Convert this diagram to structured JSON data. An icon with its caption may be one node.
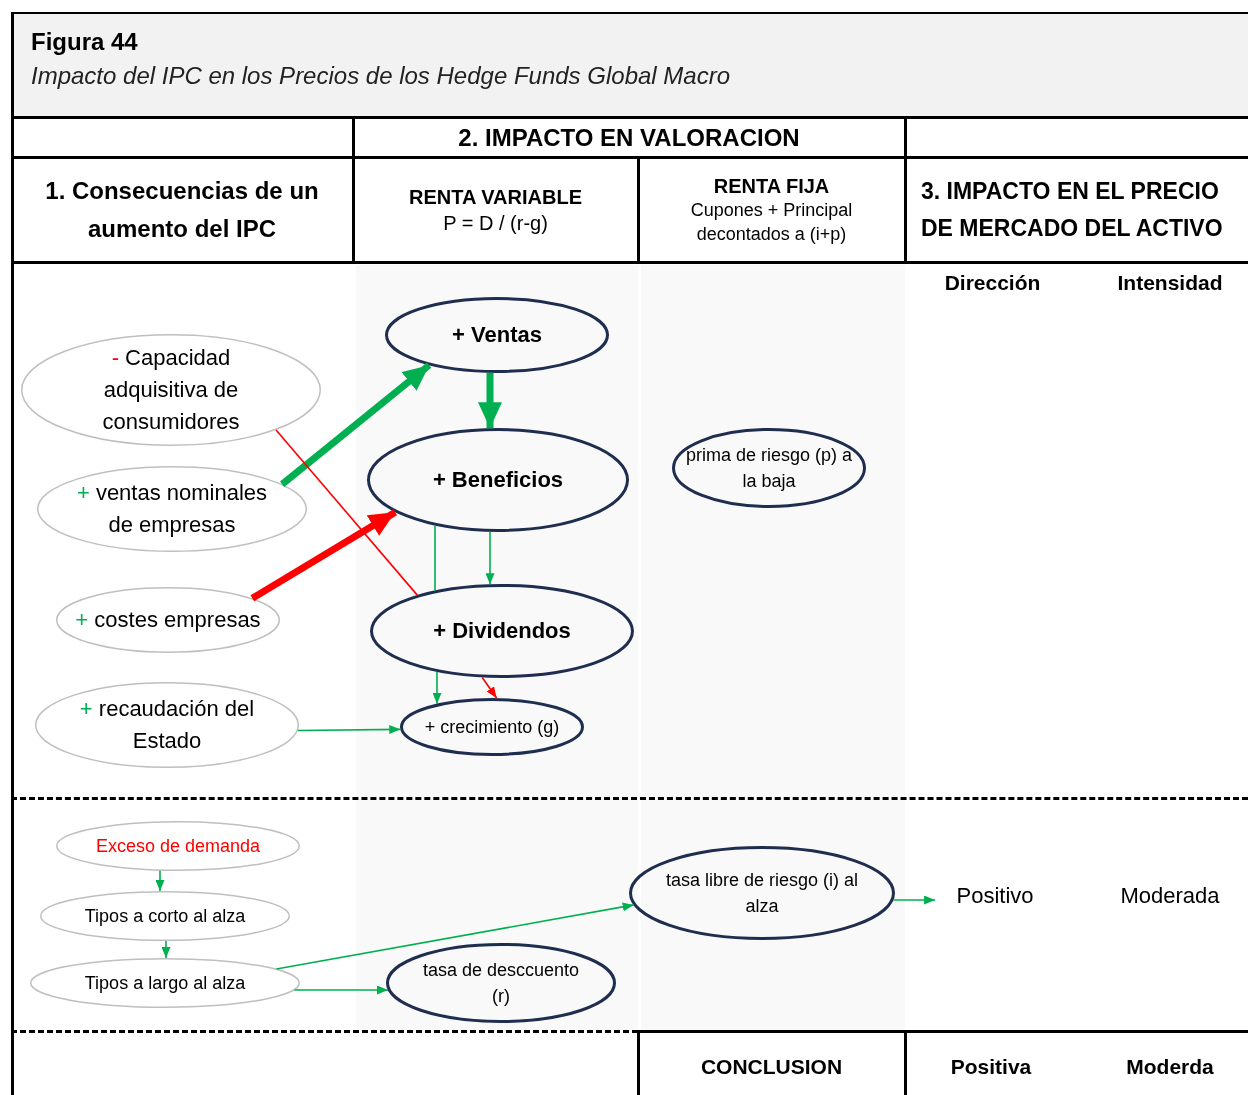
{
  "diagram": {
    "title": "Figura 44",
    "caption": "Impacto del IPC en los Precios de los Hedge Funds Global Macro",
    "nodes": [
      {
        "text": [
          "- Capacidad adquisitiva de consumidores"
        ]
      },
      {
        "text": [
          "+ ventas nominales de empresas"
        ]
      },
      {
        "text": [
          "+ costes empresas"
        ]
      },
      {
        "text": [
          "+ recaudación del Estado"
        ]
      },
      {
        "text": [
          "+ Ventas"
        ]
      },
      {
        "text": [
          "+ Beneficios"
        ]
      },
      {
        "text": [
          "+ Dividendos"
        ]
      },
      {
        "text": [
          "+ crecimiento (g)"
        ]
      },
      {
        "text": [
          "prima de riesgo (p) a la baja"
        ]
      },
      {
        "text": [
          "Exceso de demanda"
        ]
      },
      {
        "text": [
          "Tipos a corto al alza"
        ]
      },
      {
        "text": [
          "Tipos a largo al alza"
        ]
      },
      {
        "text": [
          "tasa libre de riesgo (i) al alza"
        ]
      },
      {
        "text": [
          "tasa de desccuento (r)"
        ]
      },
      {
        "text": [
          "Positivo"
        ]
      }
    ],
    "edges": [
      {
        "from": 1,
        "to": 4,
        "arrow": "to",
        "style": "thick"
      },
      {
        "from": 4,
        "to": 5,
        "arrow": "to",
        "style": "thick"
      },
      {
        "from": 2,
        "to": 5,
        "arrow": "to",
        "style": "thick",
        "color": "#ff0000"
      },
      {
        "from": 0,
        "to": 6,
        "arrow": "none",
        "color": "#ff0000"
      },
      {
        "from": 5,
        "to": 6,
        "arrow": "none"
      },
      {
        "from": 5,
        "to": 6,
        "arrow": "to"
      },
      {
        "from": 6,
        "to": 7,
        "arrow": "to"
      },
      {
        "from": 6,
        "to": 7,
        "arrow": "to",
        "color": "#ff0000"
      },
      {
        "from": 3,
        "to": 7,
        "arrow": "to"
      },
      {
        "from": 9,
        "to": 10,
        "arrow": "to"
      },
      {
        "from": 10,
        "to": 11,
        "arrow": "to"
      },
      {
        "from": 11,
        "to": 12,
        "arrow": "to"
      },
      {
        "from": 11,
        "to": 13,
        "arrow": "to"
      },
      {
        "from": 12,
        "to": 14,
        "arrow": "to"
      }
    ],
    "labels": [
      "2. IMPACTO EN VALORACION",
      "1. Consecuencias de un aumento del IPC",
      "RENTA VARIABLE",
      "P = D / (r-g)",
      "RENTA FIJA",
      "Cupones + Principal decontados a (i+p)",
      "3. IMPACTO EN EL PRECIO DE MERCADO DEL ACTIVO",
      "Dirección",
      "Intensidad",
      "Moderada",
      "CONCLUSION",
      "Positiva",
      "Moderda"
    ]
  }
}
